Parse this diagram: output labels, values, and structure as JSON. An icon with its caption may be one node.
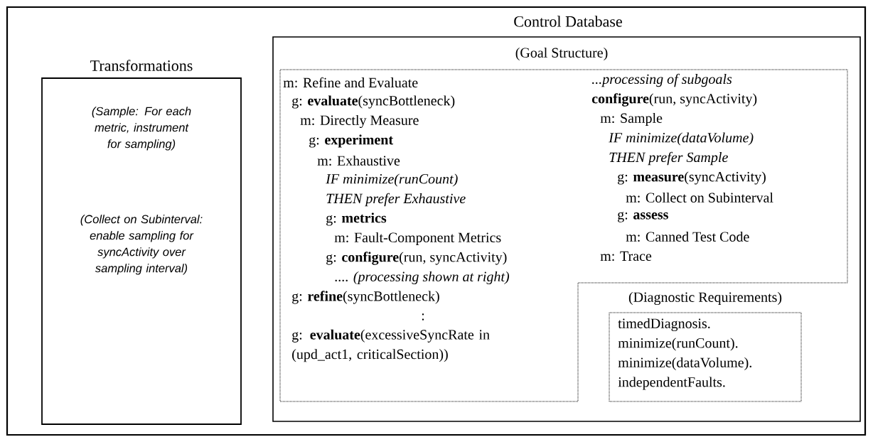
{
  "diagram": {
    "nodes": [
      {
        "text": [
          "Transformations",
          "(Sample: For each metric, instrument for sampling)",
          "(Collect on Subinterval: enable sampling for syncActivity over sampling interval)"
        ]
      },
      {
        "text": [
          "Control Database"
        ]
      },
      {
        "text": [
          "(Goal Structure)",
          "m: Refine and Evaluate",
          "g: **evaluate**(syncBottleneck)",
          "m: Directly Measure",
          "g: **experiment**",
          "m: Exhaustive",
          "IF minimize(runCount)",
          "THEN prefer Exhaustive",
          "g: **metrics**",
          "m: Fault-Component Metrics",
          "g: **configure**(run, syncActivity)",
          ".... *(processing shown at right)*",
          "g: **refine**(syncBottleneck)",
          ":",
          "g: **evaluate**(excessiveSyncRate in (upd_act1, criticalSection))",
          "...processing of subgoals",
          "**configure**(run, syncActivity)",
          "m: Sample",
          "IF minimize(dataVolume)",
          "THEN prefer Sample",
          "g: **measure**(syncActivity)",
          "m: Collect on Subinterval",
          "g: **assess**",
          "m: Canned Test Code",
          "m: Trace"
        ],
        "in": 1
      },
      {
        "text": [
          "(Diagnostic Requirements)",
          "timedDiagnosis.",
          "minimize(runCount).",
          "minimize(dataVolume).",
          "independentFaults."
        ],
        "in": 1
      }
    ]
  }
}
